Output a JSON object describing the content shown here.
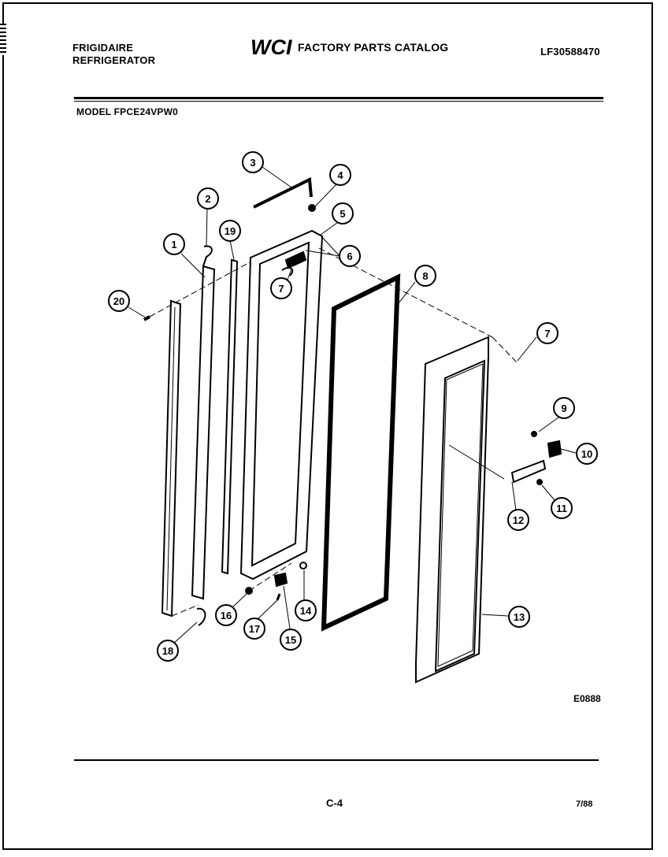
{
  "header": {
    "brand_line1": "FRIGIDAIRE",
    "brand_line2": "REFRIGERATOR",
    "logo_text": "WCI",
    "catalog_title": "FACTORY PARTS CATALOG",
    "catalog_number": "LF30588470"
  },
  "model": "MODEL FPCE24VPW0",
  "callouts": [
    "1",
    "2",
    "3",
    "4",
    "5",
    "6",
    "7",
    "7",
    "8",
    "9",
    "10",
    "11",
    "12",
    "13",
    "14",
    "15",
    "16",
    "17",
    "18",
    "19",
    "20"
  ],
  "diagram_code": "E0888",
  "footer": {
    "page_number": "C-4",
    "date_code": "7/88"
  }
}
